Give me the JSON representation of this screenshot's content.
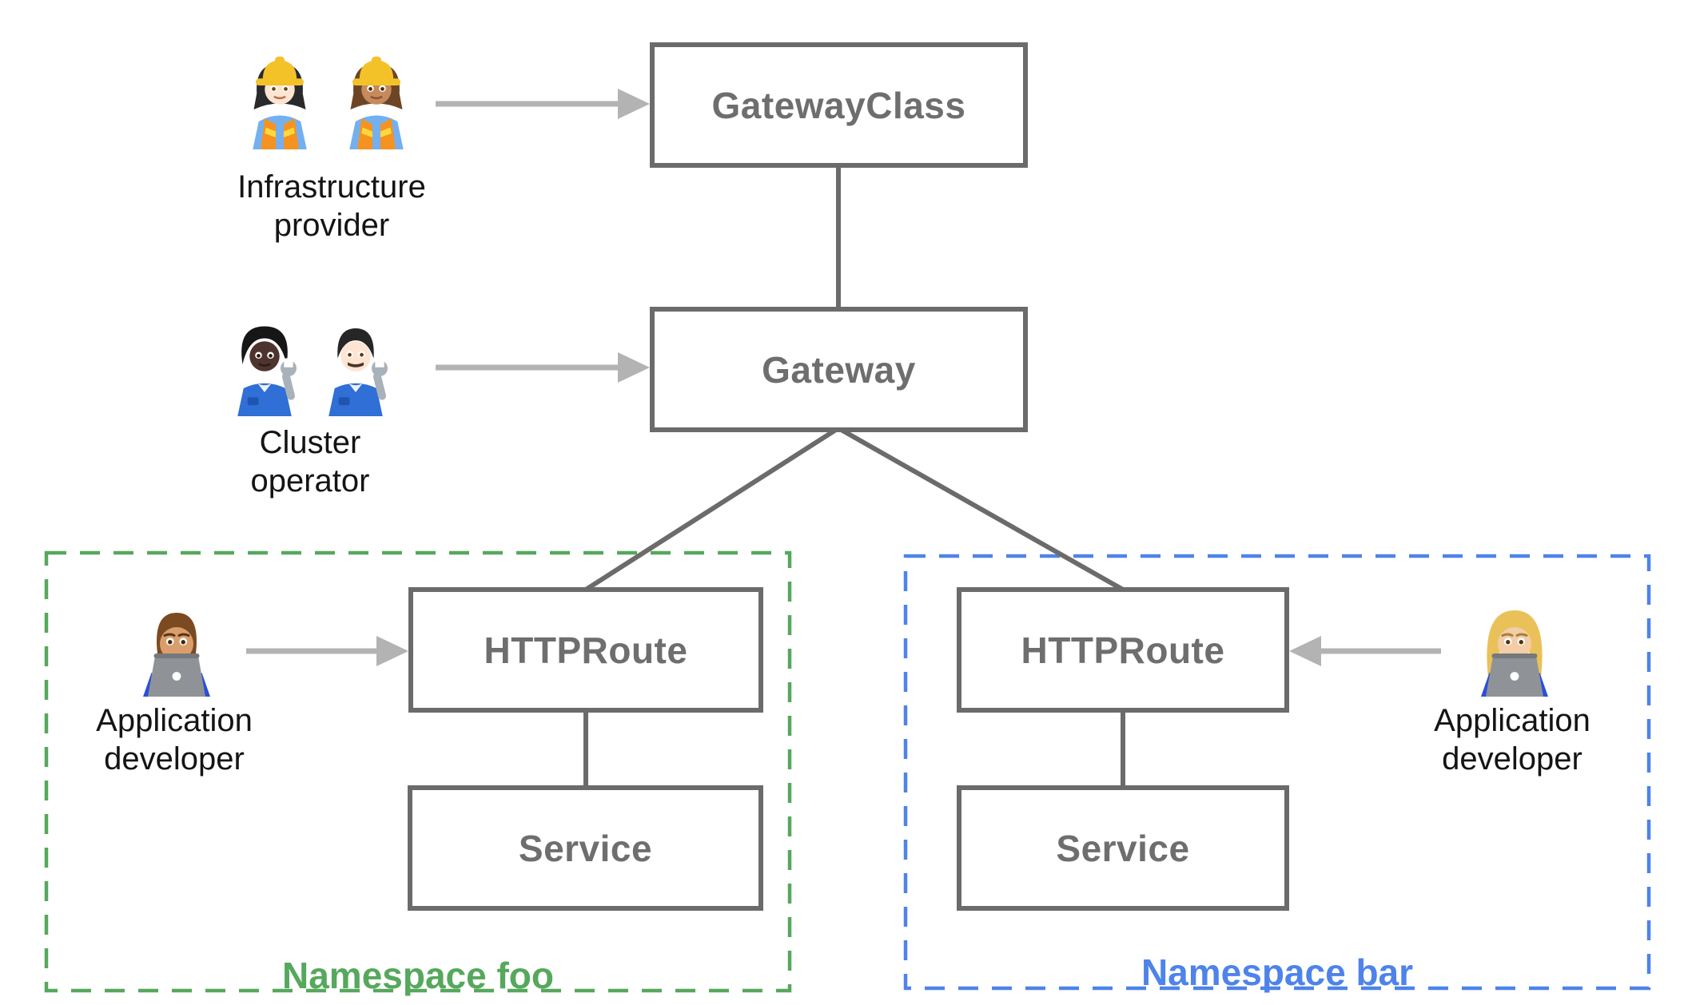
{
  "nodes": {
    "gatewayclass": {
      "label": "GatewayClass"
    },
    "gateway": {
      "label": "Gateway"
    },
    "foo_httproute": {
      "label": "HTTPRoute"
    },
    "foo_service": {
      "label": "Service"
    },
    "bar_httproute": {
      "label": "HTTPRoute"
    },
    "bar_service": {
      "label": "Service"
    }
  },
  "personas": {
    "infrastructure_provider": {
      "line1": "Infrastructure",
      "line2": "provider",
      "icons": [
        "woman-construction-worker-light-icon",
        "woman-construction-worker-medium-icon"
      ]
    },
    "cluster_operator": {
      "line1": "Cluster",
      "line2": "operator",
      "icons": [
        "mechanic-dark-icon",
        "man-mechanic-light-icon"
      ]
    },
    "foo_developer": {
      "line1": "Application",
      "line2": "developer",
      "icons": [
        "man-technologist-icon"
      ]
    },
    "bar_developer": {
      "line1": "Application",
      "line2": "developer",
      "icons": [
        "woman-technologist-icon"
      ]
    }
  },
  "namespaces": {
    "foo": {
      "label": "Namespace foo",
      "color": "#56a85c"
    },
    "bar": {
      "label": "Namespace bar",
      "color": "#4e83ea"
    }
  },
  "colors": {
    "box_border": "#6b6b6b",
    "box_text": "#6e6e6e",
    "edge": "#6b6b6b",
    "arrow": "#b3b3b3",
    "persona_text": "#141414"
  }
}
